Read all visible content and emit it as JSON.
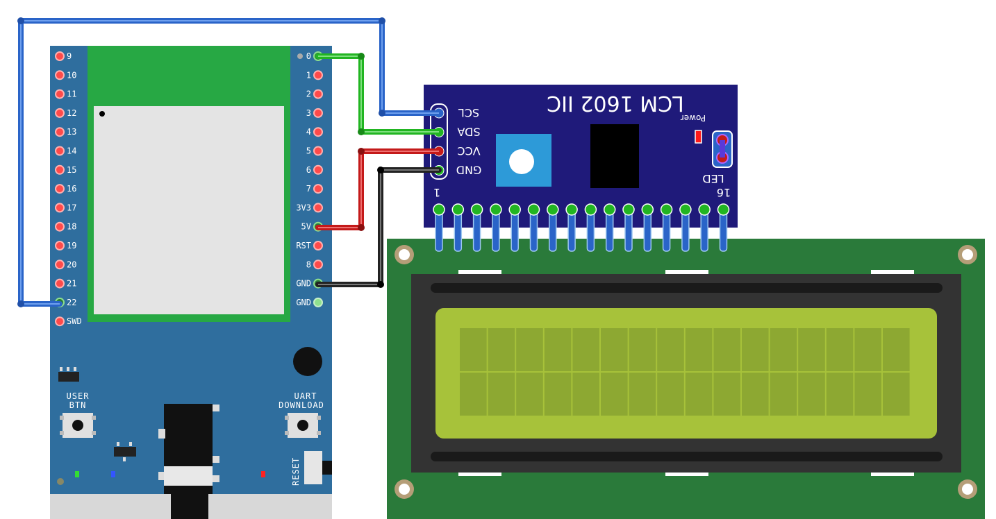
{
  "board": {
    "left_pins": [
      "9",
      "10",
      "11",
      "12",
      "13",
      "14",
      "15",
      "16",
      "17",
      "18",
      "19",
      "20",
      "21",
      "22",
      "SWD"
    ],
    "right_pins": [
      "0",
      "1",
      "2",
      "3",
      "4",
      "5",
      "6",
      "7",
      "3V3",
      "5V",
      "RST",
      "8",
      "GND",
      "GND"
    ],
    "user_btn_lines": [
      "USER",
      "BTN"
    ],
    "uart_lines": [
      "UART",
      "DOWNLOAD"
    ],
    "reset_label": "RESET",
    "colors": {
      "pcb": "#2f6e9e",
      "module": "#27a844",
      "shield": "#e4e4e4"
    }
  },
  "i2c_module": {
    "title": "LCM 1602 IIC",
    "pins": [
      "SCL",
      "SDA",
      "VCC",
      "GND"
    ],
    "pin_one_label": "1",
    "pin_sixteen_label": "16",
    "power_label": "Power",
    "led_label": "LED",
    "colors": {
      "pcb": "#1f1a7a"
    }
  },
  "lcd": {
    "colors": {
      "pcb": "#2a7a3a",
      "bezel": "#333333",
      "screen": "#a7c23a"
    },
    "columns": 16,
    "rows": 2
  },
  "wires": [
    {
      "name": "scl-wire",
      "from": "22",
      "to": "SCL",
      "color": "#2a64c8"
    },
    {
      "name": "sda-wire",
      "from": "0",
      "to": "SDA",
      "color": "#22b522"
    },
    {
      "name": "vcc-wire",
      "from": "5V",
      "to": "VCC",
      "color": "#c41a1a"
    },
    {
      "name": "gnd-wire",
      "from": "GND",
      "to": "GND",
      "color": "#222222"
    }
  ]
}
